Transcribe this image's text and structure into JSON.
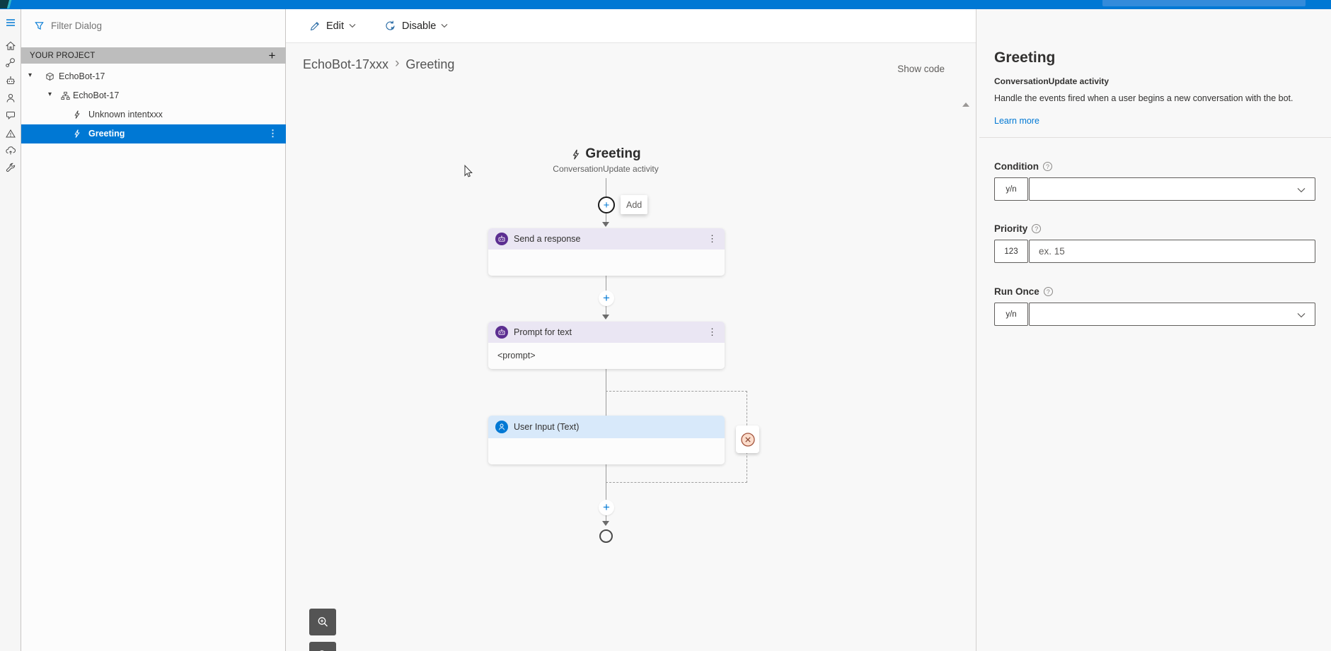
{
  "glyphs": {
    "help": "?",
    "more": "⋮",
    "plus": "+",
    "breadcrumb_separator": "›",
    "tree_expand": "▾"
  },
  "colors": {
    "accent": "#0078D4",
    "selected_row": "#0078D4",
    "bot_node_icon": "#5C2E91",
    "user_node_icon": "#0078D4",
    "node_header_lavender": "#EAE6F3",
    "node_header_blue": "#D8E9FA",
    "topbar": "#0078D4"
  },
  "left_rail": {
    "icons": [
      "menu",
      "home",
      "design-flow",
      "bot-responses",
      "user-input",
      "qna",
      "notifications",
      "publish",
      "settings"
    ]
  },
  "project_panel": {
    "filter_placeholder": "Filter Dialog",
    "header_label": "YOUR PROJECT",
    "tree": [
      {
        "label": "EchoBot-17",
        "type": "project",
        "level": 0,
        "expanded": true,
        "selected": false
      },
      {
        "label": "EchoBot-17",
        "type": "dialog",
        "level": 1,
        "expanded": true,
        "selected": false
      },
      {
        "label": "Unknown intentxxx",
        "type": "trigger",
        "level": 2,
        "expanded": false,
        "selected": false
      },
      {
        "label": "Greeting",
        "type": "trigger",
        "level": 2,
        "expanded": false,
        "selected": true
      }
    ]
  },
  "toolbar": {
    "edit_label": "Edit",
    "disable_label": "Disable"
  },
  "canvas": {
    "breadcrumb": {
      "items": [
        "EchoBot-17xxx",
        "Greeting"
      ]
    },
    "show_code_label": "Show code",
    "trigger": {
      "title": "Greeting",
      "subtitle": "ConversationUpdate activity"
    },
    "add_tooltip": "Add",
    "nodes": [
      {
        "title": "Send a response",
        "body": "",
        "icon": "bot-icon"
      },
      {
        "title": "Prompt for text",
        "body": "<prompt>",
        "icon": "bot-icon"
      },
      {
        "title": "User Input (Text)",
        "body": "",
        "icon": "user-icon"
      }
    ]
  },
  "properties": {
    "title": "Greeting",
    "subtitle": "ConversationUpdate activity",
    "description": "Handle the events fired when a user begins a new conversation with the bot.",
    "learn_more_label": "Learn more",
    "fields": [
      {
        "label": "Condition",
        "prefix": "y/n",
        "control": "dropdown",
        "value": ""
      },
      {
        "label": "Priority",
        "prefix": "123",
        "control": "text",
        "value": "",
        "placeholder": "ex. 15"
      },
      {
        "label": "Run Once",
        "prefix": "y/n",
        "control": "dropdown",
        "value": ""
      }
    ]
  }
}
